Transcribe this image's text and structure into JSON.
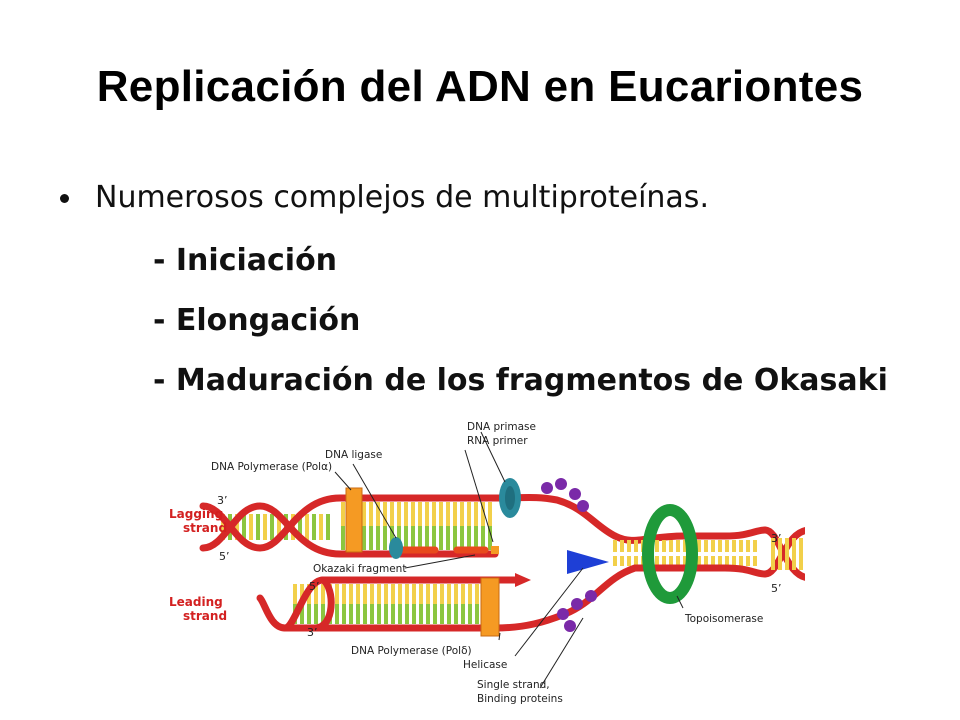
{
  "slide": {
    "title": "Replicación del ADN en Eucariontes",
    "bullet": "Numerosos complejos de multiproteínas.",
    "subitems": [
      "- Iniciación",
      "- Elongación",
      "- Maduración de los fragmentos de Okasaki"
    ]
  },
  "diagram": {
    "labels": {
      "dna_primase": "DNA primase",
      "rna_primer": "RNA primer",
      "dna_ligase": "DNA ligase",
      "pol_alpha": "DNA Polymerase (Polα)",
      "lagging_1": "Lagging",
      "lagging_2": "strand",
      "okazaki": "Okazaki fragment",
      "leading_1": "Leading",
      "leading_2": "strand",
      "pol_delta": "DNA Polymerase (Polδ)",
      "helicase": "Helicase",
      "ssb_1": "Single strand,",
      "ssb_2": "Binding proteins",
      "topoisomerase": "Topoisomerase"
    },
    "ends": {
      "lag_top": "3’",
      "lag_bottom": "5’",
      "lead_top": "5’",
      "lead_bottom": "3’",
      "right_top": "3’",
      "right_bottom": "5’"
    },
    "colors": {
      "backbone": "#d62828",
      "base_yellow": "#f2d04a",
      "base_green": "#8cc63f",
      "polymerase": "#f59a23",
      "primase": "#2a8a9c",
      "ssb": "#7a2aa8",
      "helicase": "#1e3fd6",
      "topoisomerase": "#1f9a3a"
    }
  }
}
